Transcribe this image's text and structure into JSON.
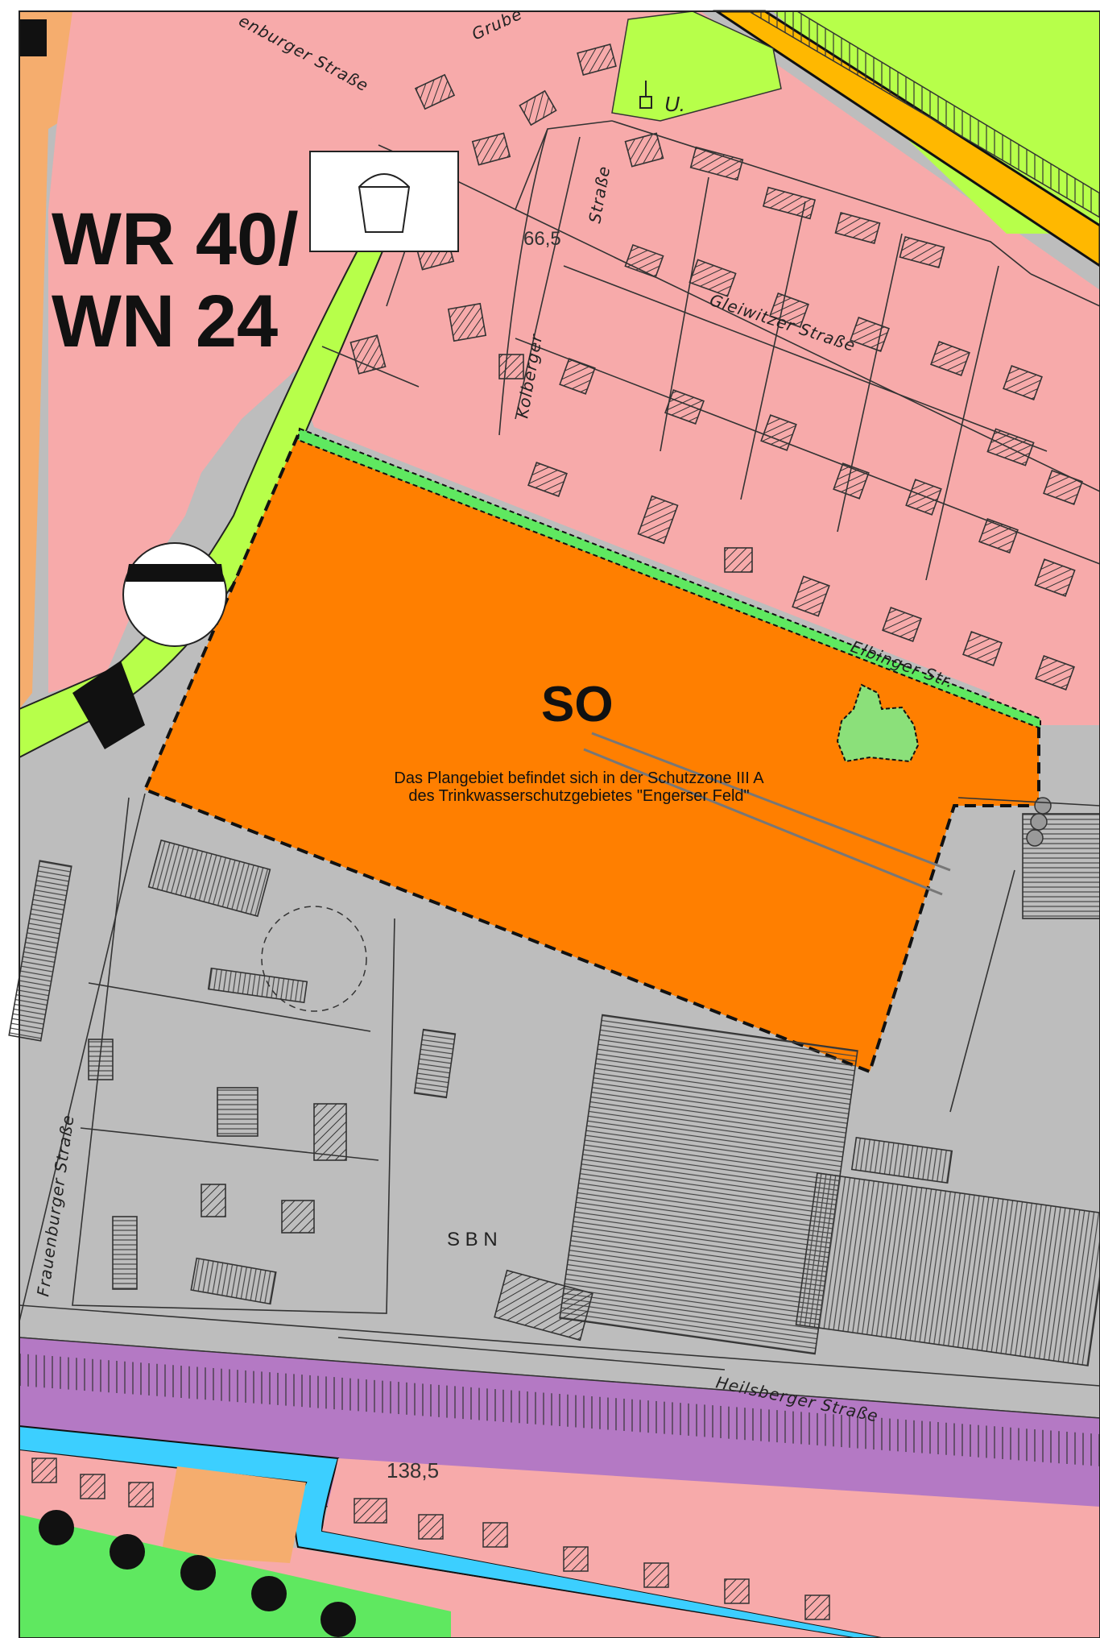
{
  "map": {
    "zone_residential": "WR 40/",
    "zone_residential_2": "WN 24",
    "zone_special": "SO",
    "zone_sbn": "S B N",
    "note_line1": "Das Plangebiet befindet sich in der Schutzzone III A",
    "note_line2": "des Trinkwasserschutzgebietes \"Engerser Feld\"",
    "utility_label": "U.",
    "elevation_1": "66,5",
    "elevation_2": "138,5"
  },
  "streets": {
    "frauenburger": "Frauenburger Straße",
    "heilsberger": "Heilsberger Straße",
    "gleiwitzer": "Gleiwitzer Straße",
    "kolberger": "Kolberger",
    "strasse": "Straße",
    "elbinger": "Elbinger Str.",
    "rosenburger": "enburger Straße",
    "grube": "Grube"
  },
  "colors": {
    "residential": "#f7aaaa",
    "special": "#ff7f00",
    "green": "#b7ff4a",
    "industrial": "#bdbdbd",
    "rail": "#b479c4",
    "water": "#3ccfff",
    "mixed": "#f5ad6e",
    "park": "#5fe860",
    "highway": "#ffb800"
  }
}
